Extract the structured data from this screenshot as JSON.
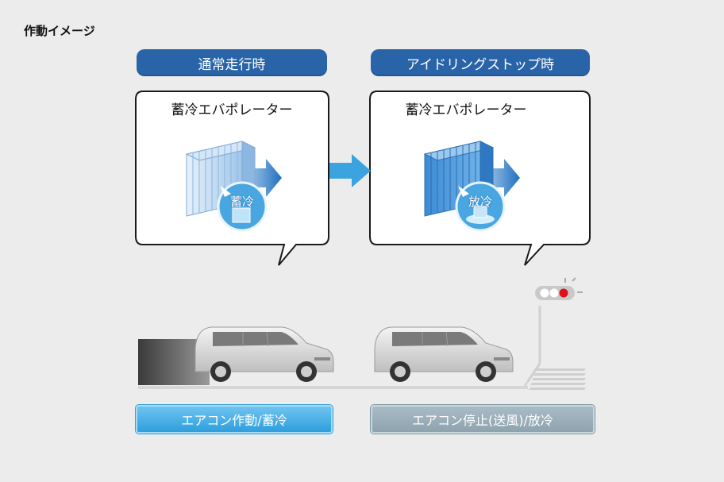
{
  "page": {
    "title": "作動イメージ"
  },
  "panels": [
    {
      "header": "通常走行時",
      "bubble_label": "蓄冷エバポレーター",
      "badge": "蓄冷",
      "status": "エアコン作動/蓄冷",
      "status_state": "active"
    },
    {
      "header": "アイドリングストップ時",
      "bubble_label": "蓄冷エバポレーター",
      "badge": "放冷",
      "status": "エアコン停止(送風)/放冷",
      "status_state": "inactive"
    }
  ],
  "colors": {
    "header_blue": "#2a64a8",
    "arrow_blue": "#3aa3e0",
    "active_status": "#2e9fdd",
    "inactive_status": "#8ea3ae",
    "signal_red": "#e0101a"
  },
  "icons": {
    "transition_arrow": "right-arrow-icon",
    "evaporator": "evaporator-icon",
    "traffic_signal": "traffic-light-icon",
    "vehicle": "minivan-icon"
  }
}
